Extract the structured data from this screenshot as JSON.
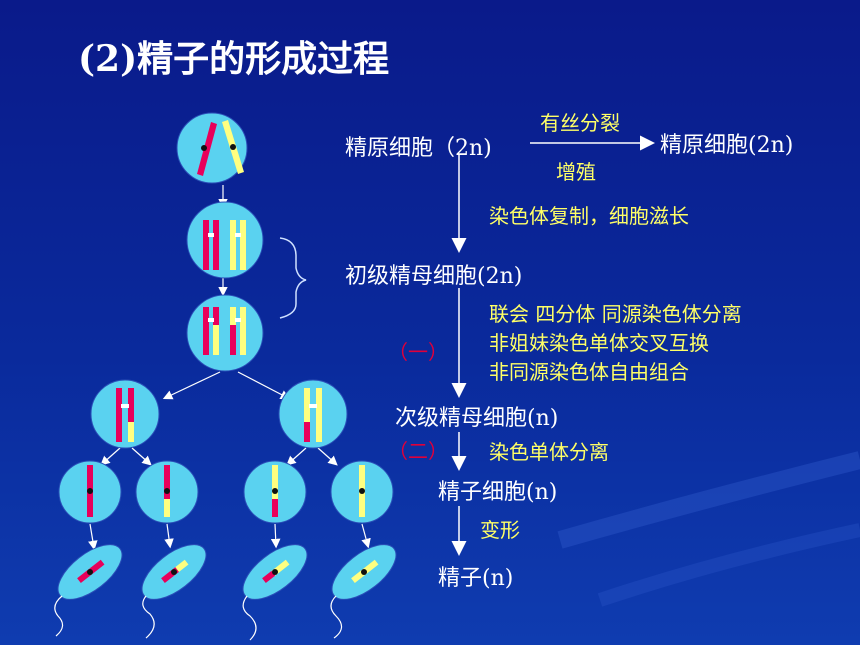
{
  "title": "(2)精子的形成过程",
  "stages": {
    "spermatogonium_left": "精原细胞（2n)",
    "spermatogonium_right": "精原细胞(2n)",
    "primary": "初级精母细胞(2n)",
    "secondary": "次级精母细胞(n)",
    "spermatid": "精子细胞(n)",
    "sperm": "精子(n)"
  },
  "arrow_labels": {
    "mitosis": "有丝分裂",
    "proliferation": "增殖",
    "replication": "染色体复制，细胞滋长",
    "meiosis1_line1": "联会   四分体  同源染色体分离",
    "meiosis1_line2": "非姐妹染色单体交叉互换",
    "meiosis1_line3": "非同源染色体自由组合",
    "meiosis2": "染色单体分离",
    "metamorphosis": "变形"
  },
  "division_labels": {
    "first": "（一）",
    "second": "（二）"
  },
  "colors": {
    "background": "#0a2090",
    "cell": "#5ad2f0",
    "chromosome_red": "#e8005a",
    "chromosome_yellow": "#ffff80",
    "note_text": "#ffff66",
    "division_text": "#e0003a"
  }
}
